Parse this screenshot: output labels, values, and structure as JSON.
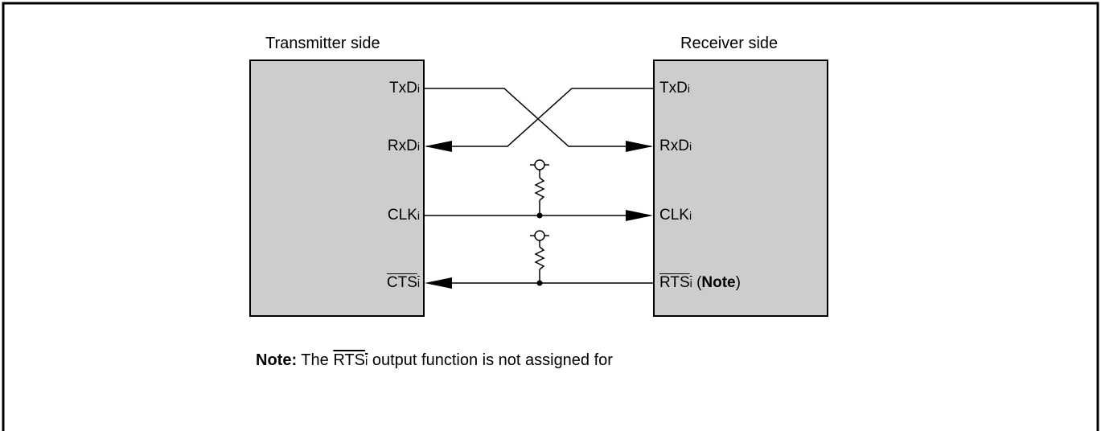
{
  "transmitter": {
    "title": "Transmitter side",
    "pins": {
      "txd": {
        "base": "TxD",
        "sub": "i"
      },
      "rxd": {
        "base": "RxD",
        "sub": "i"
      },
      "clk": {
        "base": "CLK",
        "sub": "i"
      },
      "cts": {
        "base": "CTS",
        "sub": "i"
      }
    }
  },
  "receiver": {
    "title": "Receiver side",
    "pins": {
      "txd": {
        "base": "TxD",
        "sub": "i"
      },
      "rxd": {
        "base": "RxD",
        "sub": "i"
      },
      "clk": {
        "base": "CLK",
        "sub": "i"
      },
      "rts": {
        "base": "RTS",
        "sub": "i",
        "open": " (",
        "note": "Note",
        "close": ")"
      }
    }
  },
  "note": {
    "label": "Note:",
    "pre": " The ",
    "signal_base": "RTS",
    "signal_sub": "i",
    "post": " output function is not assigned for"
  },
  "colors": {
    "block_fill": "#cdcdcd",
    "line": "#000000"
  }
}
